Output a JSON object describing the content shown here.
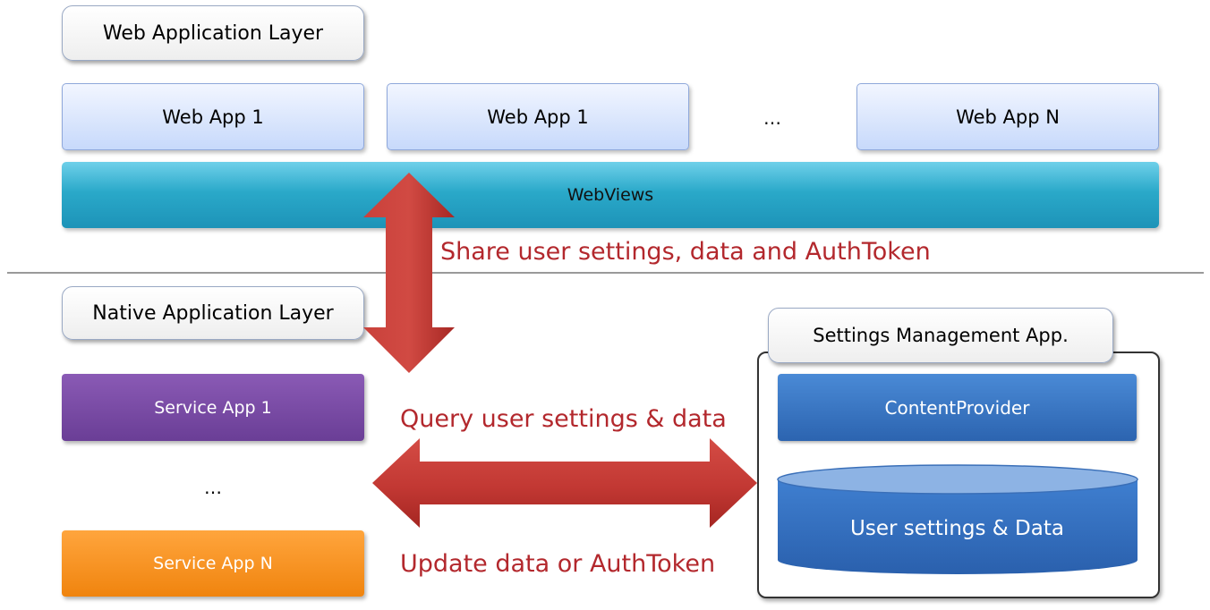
{
  "web_layer": {
    "label": "Web Application Layer",
    "apps": [
      "Web App 1",
      "Web App 1",
      "Web App N"
    ],
    "ellipsis": "…",
    "webviews": "WebViews"
  },
  "native_layer": {
    "label": "Native Application Layer",
    "service_app_1": "Service App 1",
    "ellipsis": "…",
    "service_app_n": "Service App N"
  },
  "settings_app": {
    "label": "Settings Management App.",
    "content_provider": "ContentProvider",
    "database": "User settings & Data"
  },
  "arrows": {
    "share": "Share user settings, data and AuthToken",
    "query": "Query user settings & data",
    "update": "Update data or AuthToken"
  },
  "colors": {
    "arrow": "#c0312f",
    "arrow_text": "#b3282d",
    "webviews": "#2aa9c9",
    "service_app_1": "#7a4ca8",
    "service_app_n": "#f7931e",
    "content_provider": "#3a78c8",
    "database": "#3a78c8"
  }
}
